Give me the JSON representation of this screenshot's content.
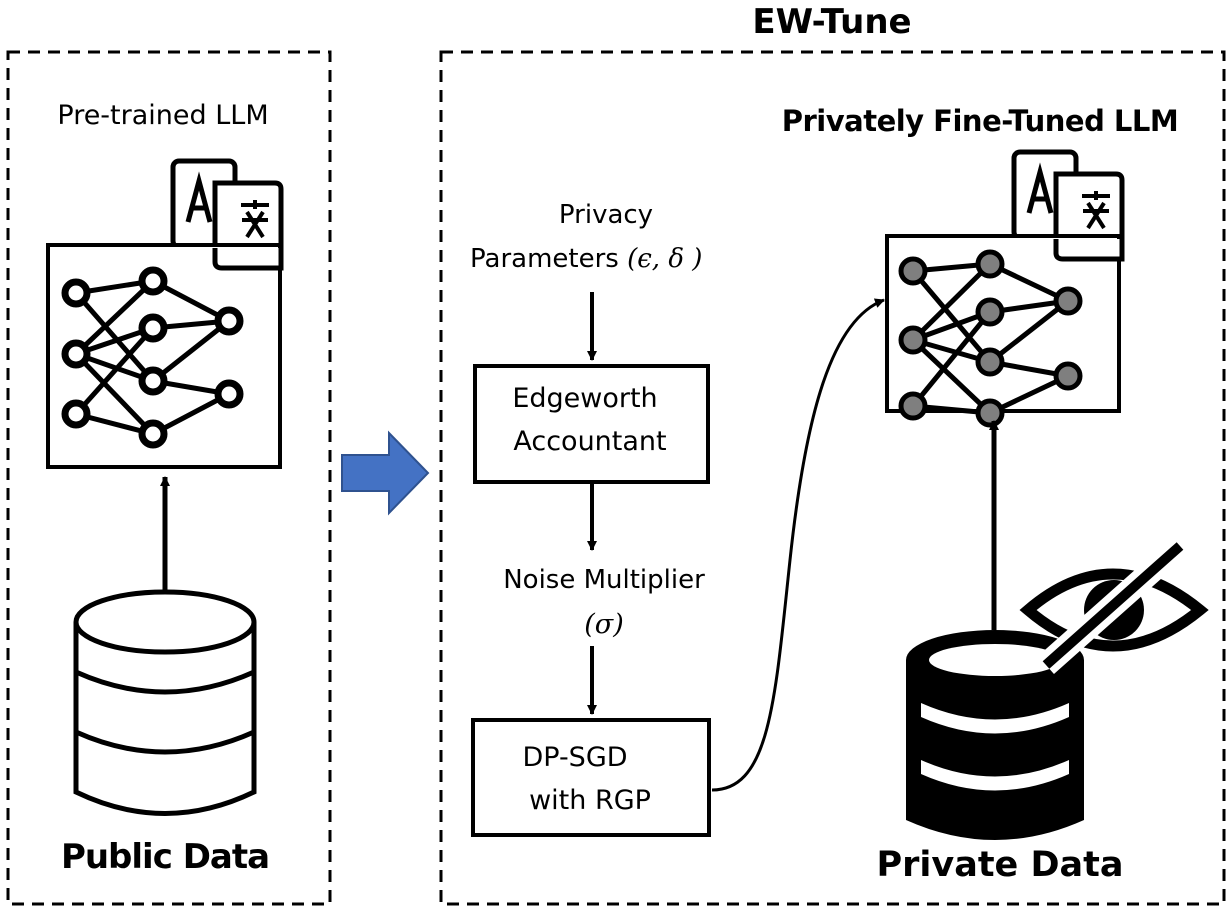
{
  "diagram": {
    "title": "EW-Tune",
    "left_panel": {
      "model_label": "Pre-trained LLM",
      "data_label": "Public Data"
    },
    "right_panel": {
      "model_label": "Privately Fine-Tuned LLM",
      "data_label": "Private Data",
      "privacy_params": {
        "line1": "Privacy",
        "line2": "Parameters",
        "symbols": "(ϵ, δ )"
      },
      "accountant_box": {
        "line1": "Edgeworth",
        "line2": "Accountant"
      },
      "noise": {
        "line1": "Noise Multiplier",
        "symbol": "(σ)"
      },
      "dpsgd_box": {
        "line1": "DP-SGD",
        "line2": "with RGP"
      }
    },
    "colors": {
      "stroke": "#000000",
      "arrow_fill": "#4472c4",
      "arrow_stroke": "#2f528f",
      "node_fill_private": "#7f7f7f",
      "node_fill_public": "#ffffff"
    },
    "icons": [
      "translate-icon",
      "neural-network-icon",
      "database-icon",
      "eye-slash-icon",
      "right-arrow-icon"
    ]
  }
}
